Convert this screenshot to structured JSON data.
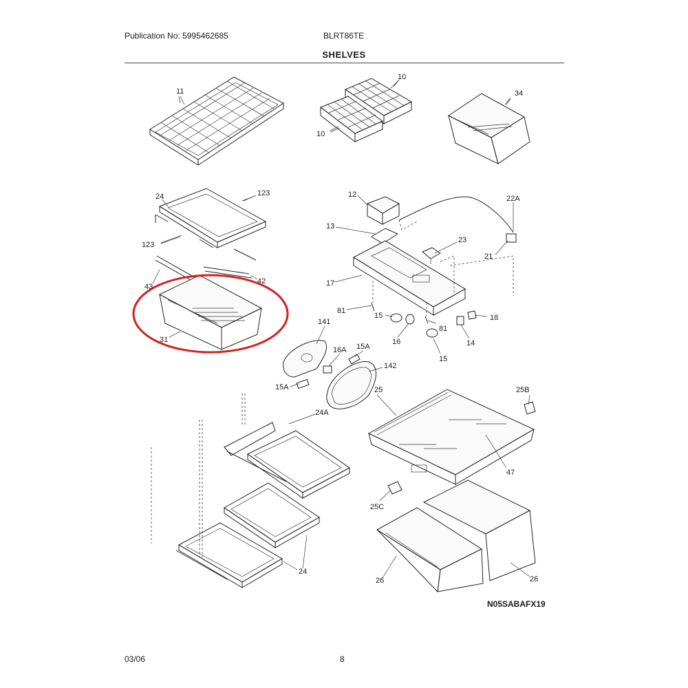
{
  "header": {
    "publication": "Publication No: 5995462685",
    "model": "BLRT86TE",
    "section_title": "SHELVES"
  },
  "footer": {
    "date": "03/06",
    "page_number": "8",
    "diagram_code": "N05SABAFX19"
  },
  "highlight_color": "#d42020",
  "part_labels": {
    "wire_shelf": "11",
    "ice_tray_top": "10",
    "ice_tray_bottom": "10",
    "bin_top_right": "34",
    "glass_shelf_frame": "24",
    "shelf_glass_top": "123",
    "shelf_glass_left": "123",
    "slide_rail_left": "43",
    "slide_rail_right": "42",
    "crisper_drawer": "31",
    "cover_12": "12",
    "part_13": "13",
    "wire_harness": "22A",
    "part_23": "23",
    "connector_21": "21",
    "housing_17": "17",
    "screw_81_left": "81",
    "screw_81_right": "81",
    "part_18": "18",
    "lamp_15_top": "15",
    "socket_16": "16",
    "part_14": "14",
    "lamp_15_bottom": "15",
    "lamp_cover_141": "141",
    "part_16a": "16A",
    "part_15a_top": "15A",
    "part_15a_left": "15A",
    "lens_142": "142",
    "shelf_24a": "24A",
    "crisper_cover_25": "25",
    "bracket_25b": "25B",
    "glass_47": "47",
    "bracket_25c": "25C",
    "shelf_24_bottom": "24",
    "pan_26_left": "26",
    "pan_26_right": "26"
  }
}
